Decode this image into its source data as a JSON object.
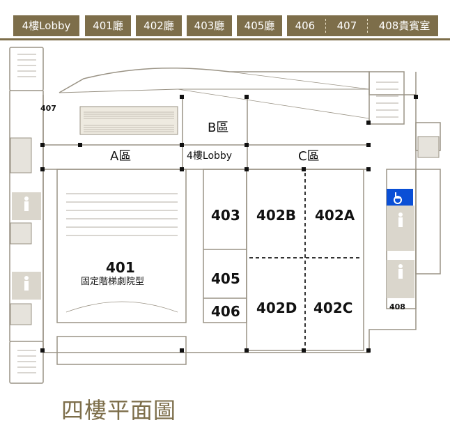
{
  "tabs": [
    {
      "id": "lobby",
      "label": "4樓Lobby"
    },
    {
      "id": "401",
      "label": "401廳"
    },
    {
      "id": "402",
      "label": "402廳"
    },
    {
      "id": "403",
      "label": "403廳"
    },
    {
      "id": "405",
      "label": "405廳"
    },
    {
      "id": "406",
      "label": "406"
    },
    {
      "id": "407",
      "label": "407"
    },
    {
      "id": "408",
      "label": "408貴賓室"
    }
  ],
  "map": {
    "title": "四樓平面圖",
    "areas": {
      "a": "A區",
      "b": "B區",
      "c": "C區",
      "lobby": "4樓Lobby"
    },
    "rooms": {
      "r401": "401",
      "r401_desc": "固定階梯劇院型",
      "r402a": "402A",
      "r402b": "402B",
      "r402c": "402C",
      "r402d": "402D",
      "r403": "403",
      "r405": "405",
      "r406": "406",
      "r407": "407",
      "r408": "408"
    },
    "colors": {
      "tab_bg": "#7d6e4a",
      "wall": "#9a9385",
      "restroom": "#dad6cc",
      "accessible": "#0a4fd6",
      "title": "#7d6e4a"
    }
  }
}
